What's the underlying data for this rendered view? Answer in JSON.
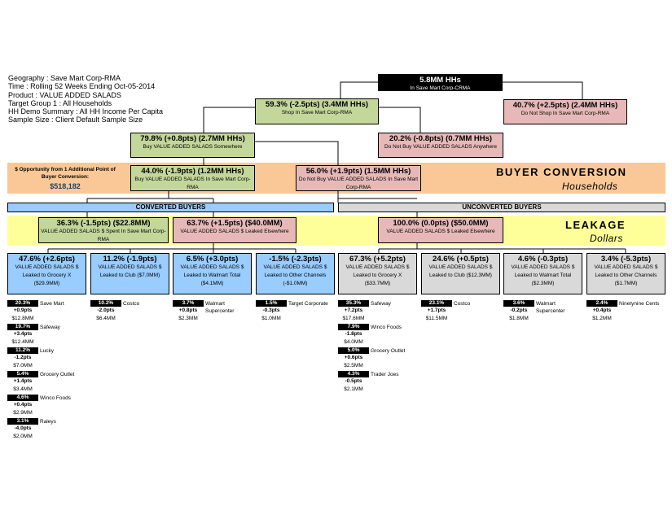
{
  "meta": [
    "Geography : Save Mart Corp-RMA",
    "Time : Rolling 52 Weeks Ending Oct-05-2014",
    "Product : VALUE ADDED SALADS",
    "Target Group 1 : All Households",
    "HH Demo Summary : All HH Income Per Capita",
    "Sample Size : Client Default Sample Size"
  ],
  "nodes": {
    "total": {
      "h": "5.8MM HHs",
      "s": "In Save Mart Corp-CRMA"
    },
    "shop": {
      "h": "59.3% (-2.5pts) (3.4MM HHs)",
      "s": "Shop In Save Mart Corp-RMA"
    },
    "no_shop": {
      "h": "40.7% (+2.5pts) (2.4MM HHs)",
      "s": "Do Not Shop In Save Mart Corp-RMA"
    },
    "buy_somewhere": {
      "h": "79.8% (+0.8pts) (2.7MM HHs)",
      "s": "Buy VALUE ADDED SALADS Somewhere"
    },
    "no_buy_anywhere": {
      "h": "20.2% (-0.8pts) (0.7MM HHs)",
      "s": "Do Not Buy VALUE ADDED SALADS Anywhere"
    },
    "buy_in_store": {
      "h": "44.0% (-1.9pts) (1.2MM HHs)",
      "s": "Buy VALUE ADDED SALADS In Save Mart Corp-RMA"
    },
    "no_buy_in_store": {
      "h": "56.0% (+1.9pts) (1.5MM HHs)",
      "s": "Do Not Buy VALUE ADDED SALADS In Save Mart Corp-RMA"
    },
    "conv_spent": {
      "h": "36.3% (-1.5pts) ($22.8MM)",
      "s": "VALUE ADDED SALADS $ Spent In Save Mart Corp-RMA"
    },
    "conv_leaked": {
      "h": "63.7% (+1.5pts) ($40.0MM)",
      "s": "VALUE ADDED SALADS $ Leaked Elsewhere"
    },
    "unconv_leaked": {
      "h": "100.0% (0.0pts) ($50.0MM)",
      "s": "VALUE ADDED SALADS $ Leaked Elsewhere"
    }
  },
  "opportunity": {
    "label": "$ Opportunity from 1 Additional Point of Buyer Conversion:",
    "value": "$518,182"
  },
  "buyer_conversion": {
    "title": "BUYER CONVERSION",
    "sub": "Households"
  },
  "leakage": {
    "title": "LEAKAGE",
    "sub": "Dollars"
  },
  "bars": {
    "converted": "CONVERTED BUYERS",
    "unconverted": "UNCONVERTED BUYERS"
  },
  "leaves": [
    {
      "h": "47.6% (+2.6pts)",
      "s": "VALUE ADDED SALADS $ Leaked to Grocery X ($29.9MM)"
    },
    {
      "h": "11.2% (-1.9pts)",
      "s": "VALUE ADDED SALADS $ Leaked to Club ($7.0MM)"
    },
    {
      "h": "6.5% (+3.0pts)",
      "s": "VALUE ADDED SALADS $ Leaked to Walmart Total ($4.1MM)"
    },
    {
      "h": "-1.5% (-2.3pts)",
      "s": "VALUE ADDED SALADS $ Leaked to Other Channels (-$1.0MM)"
    },
    {
      "h": "67.3% (+5.2pts)",
      "s": "VALUE ADDED SALADS $ Leaked to Grocery X ($33.7MM)"
    },
    {
      "h": "24.6% (+0.5pts)",
      "s": "VALUE ADDED SALADS $ Leaked to Club ($12.3MM)"
    },
    {
      "h": "4.6% (-0.3pts)",
      "s": "VALUE ADDED SALADS $ Leaked to Walmart Total ($2.3MM)"
    },
    {
      "h": "3.4% (-5.3pts)",
      "s": "VALUE ADDED SALADS $ Leaked to Other Channels ($1.7MM)"
    }
  ],
  "retailers": [
    [
      {
        "pct": "20.3%",
        "name": "Save Mart",
        "chg": "+0.9pts",
        "amt": "$12.8MM"
      },
      {
        "pct": "19.7%",
        "name": "Safeway",
        "chg": "+3.4pts",
        "amt": "$12.4MM"
      },
      {
        "pct": "11.2%",
        "name": "Lucky",
        "chg": "-1.2pts",
        "amt": "$7.0MM"
      },
      {
        "pct": "5.4%",
        "name": "Grocery Outlet",
        "chg": "+1.4pts",
        "amt": "$3.4MM"
      },
      {
        "pct": "4.6%",
        "name": "Winco Foods",
        "chg": "+0.4pts",
        "amt": "$2.9MM"
      },
      {
        "pct": "3.1%",
        "name": "Raleys",
        "chg": "-4.0pts",
        "amt": "$2.0MM"
      }
    ],
    [
      {
        "pct": "10.2%",
        "name": "Costco",
        "chg": "-2.0pts",
        "amt": "$6.4MM"
      }
    ],
    [
      {
        "pct": "3.7%",
        "name": "Walmart Supercenter",
        "chg": "+0.8pts",
        "amt": "$2.3MM"
      }
    ],
    [
      {
        "pct": "1.5%",
        "name": "Target Corporate",
        "chg": "-0.3pts",
        "amt": "$1.0MM"
      }
    ],
    [
      {
        "pct": "35.3%",
        "name": "Safeway",
        "chg": "+7.2pts",
        "amt": "$17.6MM"
      },
      {
        "pct": "7.9%",
        "name": "Winco Foods",
        "chg": "-1.8pts",
        "amt": "$4.0MM"
      },
      {
        "pct": "5.0%",
        "name": "Grocery Outlet",
        "chg": "+0.6pts",
        "amt": "$2.5MM"
      },
      {
        "pct": "4.3%",
        "name": "Trader Joes",
        "chg": "-0.5pts",
        "amt": "$2.1MM"
      }
    ],
    [
      {
        "pct": "23.1%",
        "name": "Costco",
        "chg": "+1.7pts",
        "amt": "$11.5MM"
      }
    ],
    [
      {
        "pct": "3.6%",
        "name": "Walmart Supercenter",
        "chg": "-0.2pts",
        "amt": "$1.8MM"
      }
    ],
    [
      {
        "pct": "2.4%",
        "name": "Ninetynine Cents",
        "chg": "+0.4pts",
        "amt": "$1.2MM"
      }
    ]
  ]
}
